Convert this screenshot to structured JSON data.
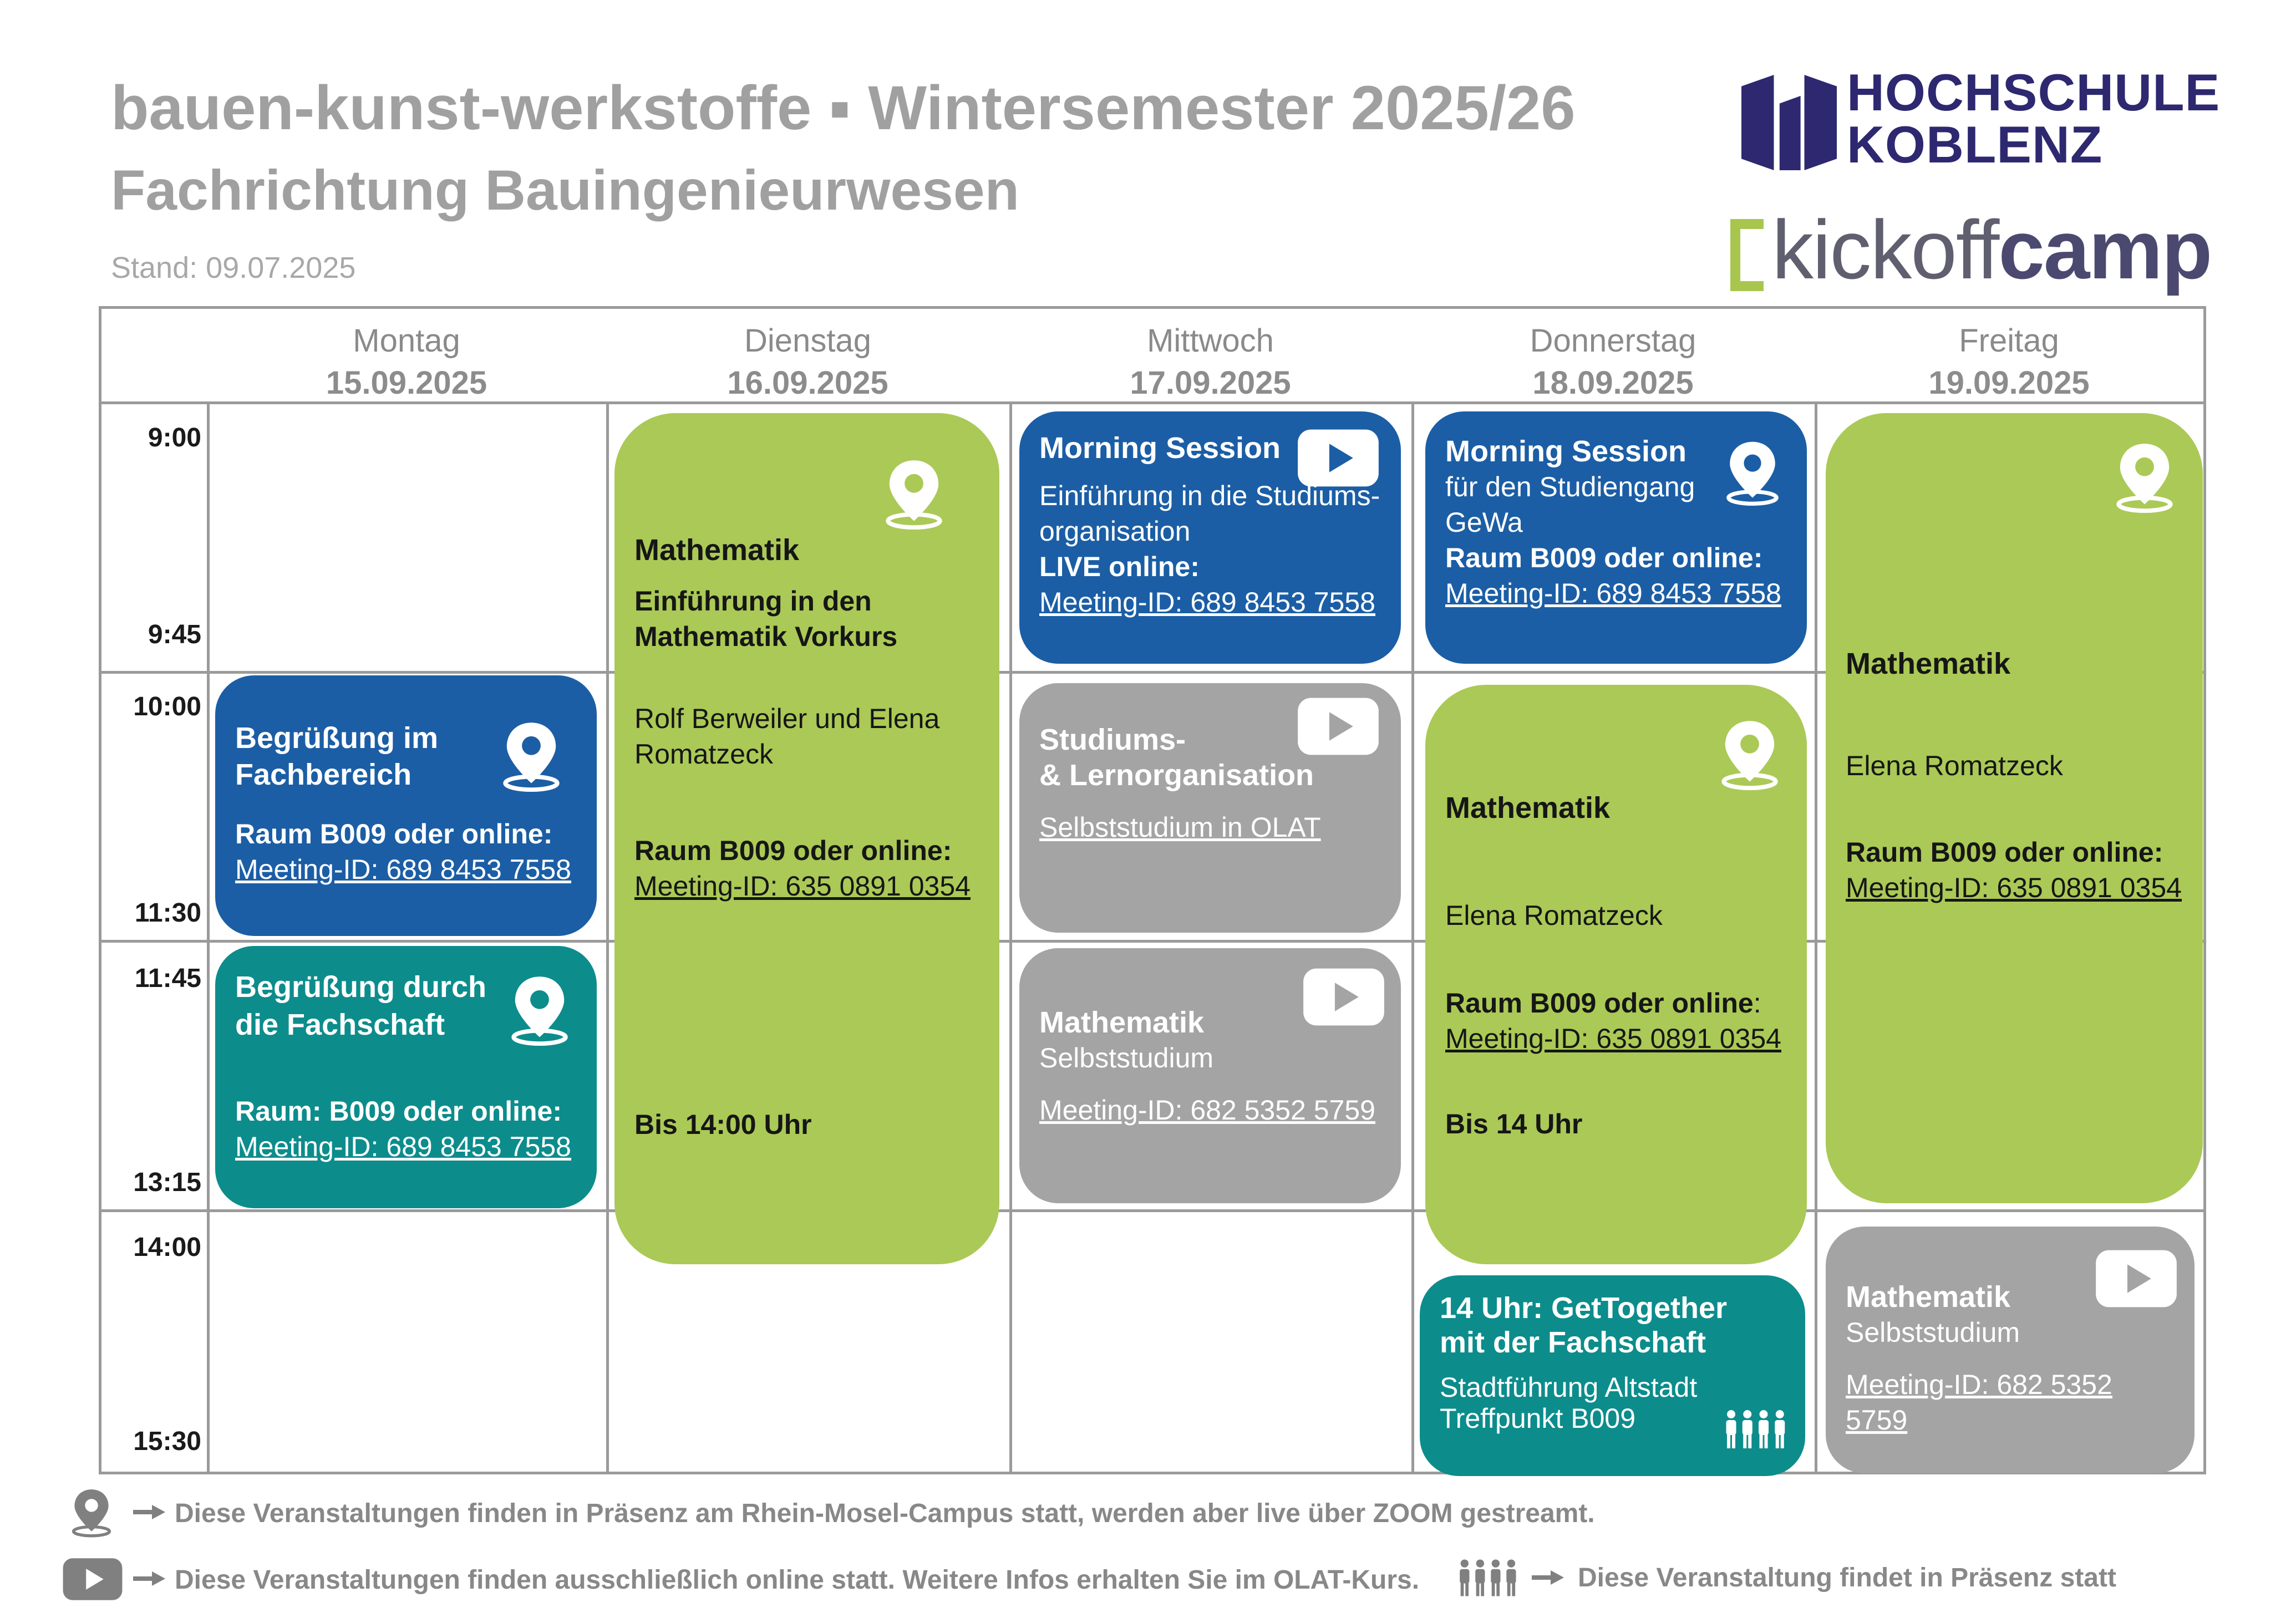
{
  "header": {
    "title": "bauen-kunst-werkstoffe ▪ Wintersemester 2025/26",
    "subtitle": "Fachrichtung Bauingenieurwesen",
    "stand": "Stand: 09.07.2025"
  },
  "logos": {
    "hochschule_line1": "HOCHSCHULE",
    "hochschule_line2": "KOBLENZ",
    "kickoff_part1": "kickoff",
    "kickoff_part2": "camp"
  },
  "days": [
    {
      "name": "Montag",
      "date": "15.09.2025"
    },
    {
      "name": "Dienstag",
      "date": "16.09.2025"
    },
    {
      "name": "Mittwoch",
      "date": "17.09.2025"
    },
    {
      "name": "Donnerstag",
      "date": "18.09.2025"
    },
    {
      "name": "Freitag",
      "date": "19.09.2025"
    }
  ],
  "times": [
    "9:00",
    "9:45",
    "10:00",
    "11:30",
    "11:45",
    "13:15",
    "14:00",
    "15:30"
  ],
  "events": {
    "mon1": {
      "title": "Begrüßung im Fachbereich",
      "room": "Raum B009 oder online:",
      "meeting": "Meeting-ID:  689 8453 7558"
    },
    "mon2": {
      "title": "Begrüßung durch die Fachschaft",
      "room": "Raum: B009 oder online:",
      "meeting": "Meeting-ID:  689 8453 7558"
    },
    "tue1": {
      "title": "Mathematik",
      "sub1": "Einführung in den",
      "sub2": "Mathematik Vorkurs",
      "people1": "Rolf Berweiler und Elena",
      "people2": "Romatzeck",
      "room": "Raum B009 oder online:",
      "meeting": "Meeting-ID: 635 0891 0354",
      "until": "Bis 14:00 Uhr"
    },
    "wed1": {
      "title": "Morning Session",
      "line1": "Einführung in die Studiums-",
      "line2": "organisation",
      "live": "LIVE online:",
      "meeting": "Meeting-ID:  689 8453 7558"
    },
    "wed2": {
      "title1": "Studiums-",
      "title2": "& Lernorganisation",
      "link": "Selbststudium in OLAT"
    },
    "wed3": {
      "title": "Mathematik",
      "sub": "Selbststudium",
      "meeting": "Meeting-ID: 682 5352 5759"
    },
    "thu1": {
      "title": "Morning Session",
      "line1": "für den Studiengang",
      "line2": "GeWa",
      "room": "Raum B009 oder online:",
      "meeting": "Meeting-ID:  689 8453 7558"
    },
    "thu2": {
      "title": "Mathematik",
      "people": "Elena Romatzeck",
      "room": "Raum B009 oder online",
      "colon": ":",
      "meeting": "Meeting-ID: 635 0891 0354",
      "until": "Bis 14 Uhr"
    },
    "thu3": {
      "title1": "14 Uhr: GetTogether",
      "title2": "mit der Fachschaft",
      "line1": "Stadtführung Altstadt",
      "line2": "Treffpunkt B009"
    },
    "fri1": {
      "title": "Mathematik",
      "people": "Elena Romatzeck",
      "room": "Raum B009 oder online:",
      "meeting": "Meeting-ID: 635 0891 0354"
    },
    "fri2": {
      "title": "Mathematik",
      "sub": "Selbststudium",
      "meeting": "Meeting-ID: 682 5352 5759"
    }
  },
  "legend": {
    "presence_stream": "Diese Veranstaltungen finden in Präsenz am Rhein-Mosel-Campus statt, werden aber live über ZOOM gestreamt.",
    "online_only": "Diese Veranstaltungen finden ausschließlich online statt. Weitere Infos erhalten Sie im OLAT-Kurs.",
    "presence_only": "Diese Veranstaltung findet in Präsenz statt"
  },
  "colors": {
    "blue": "#1b5ea5",
    "teal": "#0d8c8c",
    "green": "#abc956",
    "grey": "#a4a4a4",
    "brand": "#2d2870"
  }
}
